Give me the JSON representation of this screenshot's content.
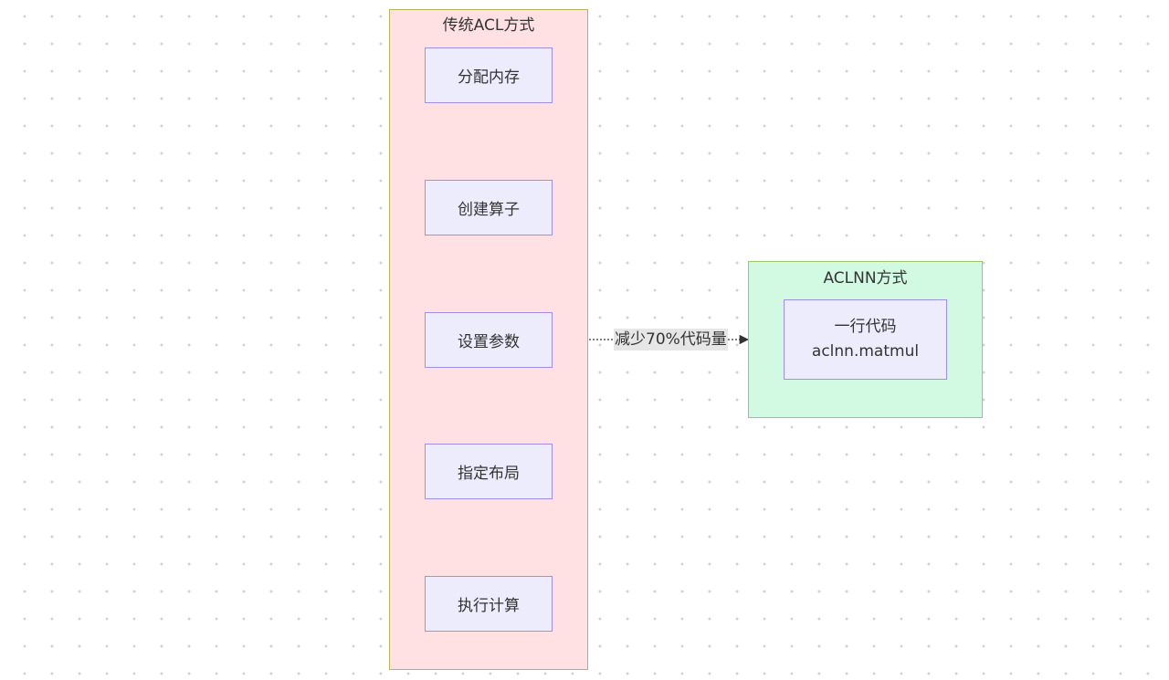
{
  "groups": {
    "acl": {
      "title": "传统ACL方式",
      "steps": [
        "分配内存",
        "创建算子",
        "设置参数",
        "指定布局",
        "执行计算"
      ]
    },
    "aclnn": {
      "title": "ACLNN方式",
      "node_line1": "一行代码",
      "node_line2": "aclnn.matmul"
    }
  },
  "edge_label": "减少70%代码量",
  "colors": {
    "acl_fill": "#ffe0e3",
    "aclnn_fill": "#d2f9e2",
    "node_fill": "#ececfd",
    "node_border": "#9f8fe9",
    "group_border": "#b5b55a",
    "arrow": "#333333"
  }
}
